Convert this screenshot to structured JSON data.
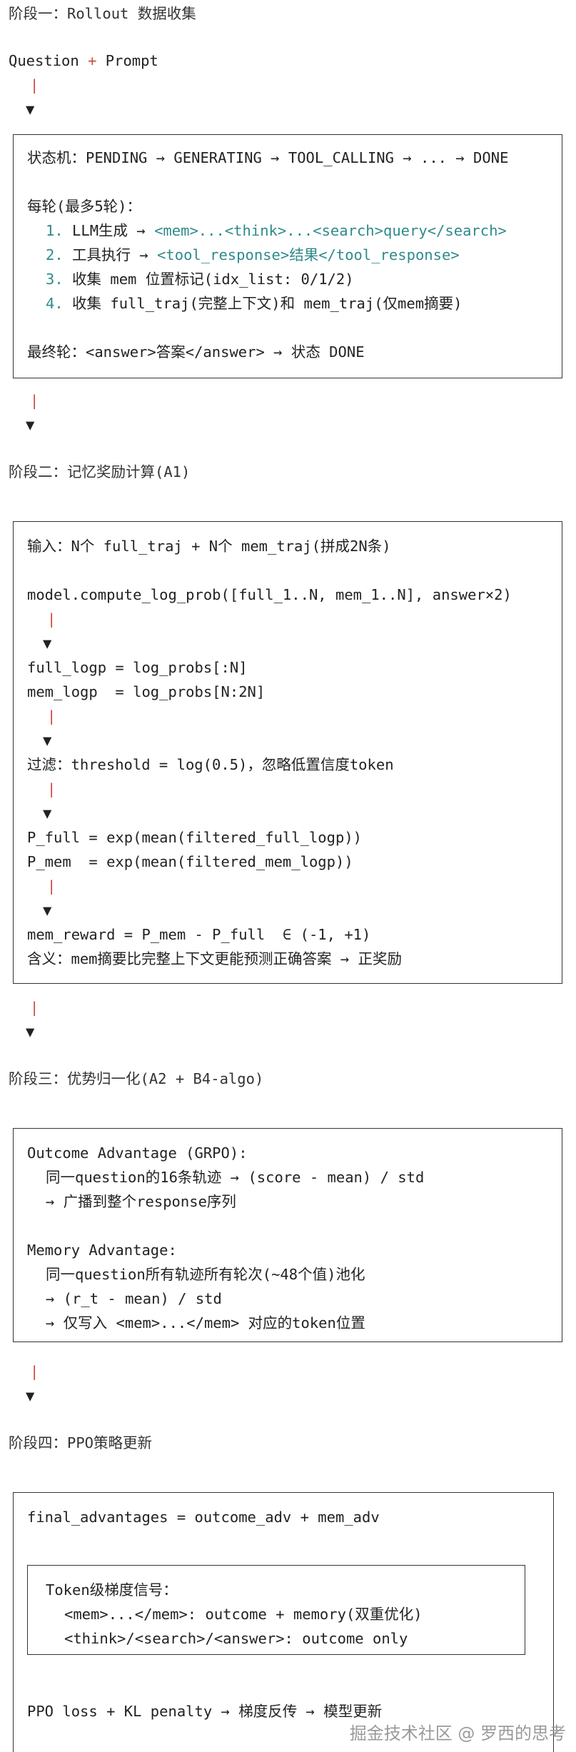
{
  "stage1": {
    "title_prefix": "阶段一：",
    "title_code": "Rollout",
    "title_suffix": " 数据收集",
    "question": "Question",
    "plus": "+",
    "prompt": "Prompt",
    "state_prefix": "状态机：",
    "state_line": "PENDING → GENERATING → TOOL_CALLING → ... → DONE",
    "loop_title": "每轮(最多5轮)：",
    "step1_num": "1.",
    "step1_prefix": "LLM生成 → ",
    "step1_body": "<mem>...<think>...<search>query</search>",
    "step2_num": "2.",
    "step2_prefix": "工具执行 → ",
    "step2_body": "<tool_response>结果</tool_response>",
    "step3_num": "3.",
    "step3_body": "收集 mem 位置标记(idx_list: 0/1/2)",
    "step4_num": "4.",
    "step4_body": "收集 full_traj(完整上下文)和 mem_traj(仅mem摘要)",
    "final_round": "最终轮：<answer>答案</answer> → 状态 DONE"
  },
  "stage2": {
    "title": "阶段二：记忆奖励计算(A1)",
    "input_line": "输入：N个 full_traj + N个 mem_traj(拼成2N条)",
    "compute": "model.compute_log_prob([full_1..N, mem_1..N], answer×2)",
    "full_logp": "full_logp = log_probs[:N]",
    "mem_logp": "mem_logp  = log_probs[N:2N]",
    "filter": "过滤：threshold = log(0.5)，忽略低置信度token",
    "p_full": "P_full = exp(mean(filtered_full_logp))",
    "p_mem": "P_mem  = exp(mean(filtered_mem_logp))",
    "mem_reward": "mem_reward = P_mem - P_full  ∈ (-1, +1)",
    "meaning": "含义：mem摘要比完整上下文更能预测正确答案 → 正奖励"
  },
  "stage3": {
    "title": "阶段三：优势归一化(A2 + B4-algo)",
    "outcome_title": "Outcome Advantage (GRPO):",
    "outcome_l1": "同一question的16条轨迹 → (score - mean) / std",
    "outcome_l2": "→ 广播到整个response序列",
    "memory_title": "Memory Advantage:",
    "memory_l1": "同一question所有轨迹所有轮次(~48个值)池化",
    "memory_l2": "→ (r_t - mean) / std",
    "memory_l3": "→ 仅写入 <mem>...</mem> 对应的token位置"
  },
  "stage4": {
    "title": "阶段四：PPO策略更新",
    "final_adv": "final_advantages = outcome_adv + mem_adv",
    "token_title": "Token级梯度信号：",
    "token_l1": "<mem>...</mem>: outcome + memory(双重优化)",
    "token_l2": "<think>/<search>/<answer>: outcome only",
    "ppo": "PPO loss + KL penalty → 梯度反传 → 模型更新"
  },
  "watermark": "掘金技术社区 @ 罗西的思考",
  "colors": {
    "operator": "#d0473f",
    "number": "#2f8a8a",
    "text": "#222222",
    "watermark": "#9a9a9a"
  }
}
